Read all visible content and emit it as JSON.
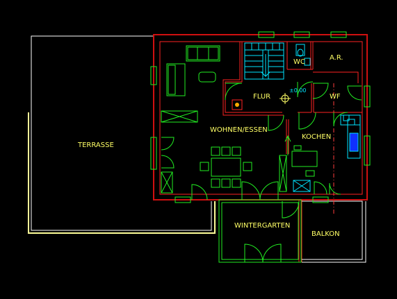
{
  "rooms": {
    "terrasse": "TERRASSE",
    "wohnen": "WOHNEN/ESSEN",
    "flur": "FLUR",
    "wc": "WC",
    "ar": "A.R.",
    "wf": "WF",
    "kochen": "KOCHEN",
    "wintergarten": "WINTERGARTEN",
    "balkon": "BALKON"
  },
  "level_marker": "±0.00",
  "colors": {
    "background": "#000000",
    "outer_wall": "#d01010",
    "inner_wall": "#ff2222",
    "furniture": "#22ee22",
    "doors": "#22ee22",
    "stairs": "#00e5ff",
    "terrace_outline": "#ffffff",
    "terrace_edge": "#ffff99",
    "labels": "#ffff66",
    "axis": "#ff3b3b"
  }
}
